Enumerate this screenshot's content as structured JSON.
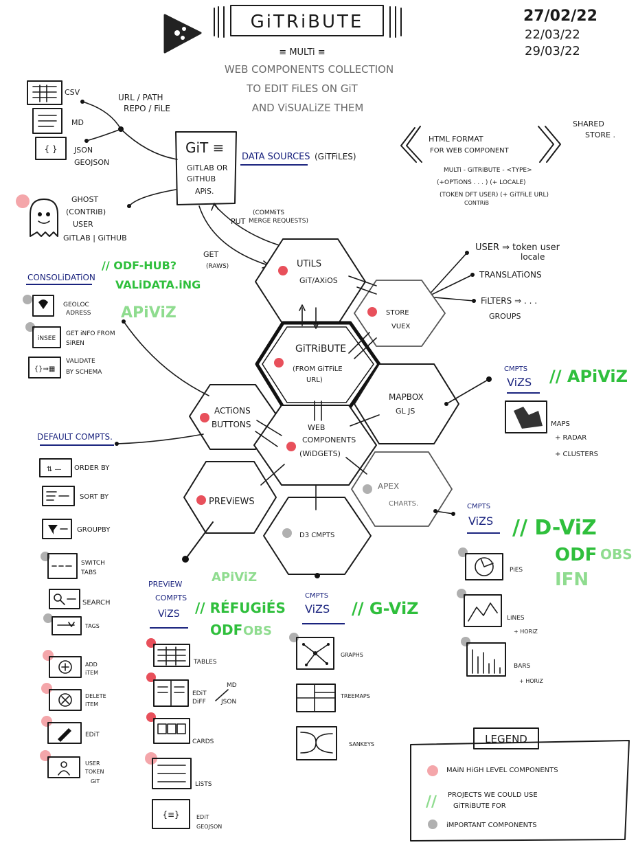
{
  "title": "GiTRiBUTE",
  "subtitle": "≡ MULTi ≡",
  "tagline": [
    "WEB COMPONENTS COLLECTION",
    "TO EDIT FiLES ON GiT",
    "AND ViSUALiZE THEM"
  ],
  "dates": [
    "27/02/22",
    "22/03/22",
    "29/03/22"
  ],
  "colors": {
    "main_dot": "#e8505b",
    "main_dot_soft": "#f4a6aa",
    "important_dot": "#b0b0b0",
    "project_green": "#2fbf3c",
    "project_green_light": "#8fdc8f",
    "heading_blue": "#1a237e"
  },
  "git_sources": {
    "files": [
      "CSV",
      "MD",
      "JSON",
      "GEOJSON"
    ],
    "url_label": [
      "URL / PATH",
      "REPO / FiLE"
    ],
    "git_box": [
      "GiT ≡",
      "GiTLAB OR",
      "GiTHUB",
      "APiS."
    ],
    "data_sources": "DATA SOURCES",
    "data_sources_note": "(GiTFiLES)",
    "ghost": [
      "GHOST",
      "(CONTRiB)",
      "USER",
      "GiTLAB | GiTHUB"
    ],
    "put_label": [
      "PUT",
      "(COMMiTS",
      "MERGE REQUESTS)"
    ],
    "get_label": [
      "GET",
      "(RAWS)"
    ]
  },
  "html_format": {
    "label": [
      "HTML FORMAT",
      "FOR WEB COMPONENT"
    ],
    "shared_store": [
      "SHARED",
      "STORE ."
    ],
    "tag_spec": [
      "MULTi - GiTRiBUTE - <TYPE>",
      "(+OPTiONS . . . ) (+ LOCALE)",
      "(TOKEN DFT USER) (+ GiTFiLE URL)",
      "CONTRiB"
    ]
  },
  "store": {
    "items": [
      "USER ⇒ token user",
      "locale",
      "TRANSLATiONS",
      "FiLTERS ⇒ . . .",
      "GROUPS"
    ]
  },
  "hexes": {
    "utils": [
      "UTiLS",
      "GiT/AXiOS"
    ],
    "store": [
      "STORE",
      "VUEX"
    ],
    "gitribute": [
      "GiTRiBUTE",
      "(FROM GiTFiLE",
      "URL)"
    ],
    "actions": [
      "ACTiONS",
      "BUTTONS"
    ],
    "web_components": [
      "WEB",
      "COMPONENTS",
      "(WiDGETS)"
    ],
    "mapbox": [
      "MAPBOX",
      "GL JS"
    ],
    "previews": [
      "PREViEWS"
    ],
    "apex": [
      "APEX",
      "CHARTS."
    ],
    "d3": [
      "D3 CMPTS"
    ]
  },
  "consolidation": {
    "heading": "CONSOLiDATiON",
    "projects": [
      "// ODF-HUB?",
      "VALiDATA.iNG",
      "APiViZ"
    ],
    "items": [
      {
        "icon": "pin-icon",
        "text": [
          "GEOLOC",
          "ADRESS"
        ]
      },
      {
        "icon": "insee-icon",
        "text": [
          "GET iNFO FROM",
          "SiREN"
        ],
        "icon_label": "iNSEE"
      },
      {
        "icon": "schema-icon",
        "text": [
          "VALiDATE",
          "BY SCHEMA"
        ]
      }
    ]
  },
  "default_components": {
    "heading": "DEFAULT COMPTS.",
    "items": [
      {
        "icon": "order-icon",
        "text": [
          "ORDER BY"
        ]
      },
      {
        "icon": "sort-icon",
        "text": [
          "SORT BY"
        ]
      },
      {
        "icon": "filter-icon",
        "text": [
          "GROUPBY"
        ]
      },
      {
        "icon": "tabs-icon",
        "text": [
          "SWiTCH",
          "TABS"
        ]
      },
      {
        "icon": "search-icon",
        "text": [
          "SEARCH"
        ]
      },
      {
        "icon": "tags-icon",
        "text": [
          "TAGS"
        ]
      },
      {
        "icon": "add-icon",
        "text": [
          "ADD",
          "iTEM"
        ]
      },
      {
        "icon": "delete-icon",
        "text": [
          "DELETE",
          "iTEM"
        ]
      },
      {
        "icon": "edit-icon",
        "text": [
          "EDiT"
        ]
      },
      {
        "icon": "user-icon",
        "text": [
          "USER",
          "TOKEN",
          "GiT"
        ]
      }
    ]
  },
  "preview_comps": {
    "heading": [
      "PREViEW",
      "COMPTS",
      "ViZS"
    ],
    "projects": [
      "APiViZ",
      "// RÉFUGiÉS",
      "ODF",
      "OBS"
    ],
    "items": [
      {
        "icon": "table-icon",
        "text": [
          "TABLES"
        ]
      },
      {
        "icon": "edit-diff-icon",
        "text": [
          "EDiT",
          "DiFF"
        ],
        "extra": [
          "MD",
          "JSON"
        ]
      },
      {
        "icon": "cards-icon",
        "text": [
          "CARDS"
        ]
      },
      {
        "icon": "lists-icon",
        "text": [
          "LiSTS"
        ]
      },
      {
        "icon": "geojson-icon",
        "text": [
          "EDiT",
          "GEOJSON"
        ]
      }
    ]
  },
  "d3_comps": {
    "heading": [
      "CMPTS",
      "ViZS"
    ],
    "projects": [
      "// G-ViZ"
    ],
    "items": [
      {
        "icon": "graph-icon",
        "text": [
          "GRAPHS"
        ]
      },
      {
        "icon": "treemap-icon",
        "text": [
          "TREEMAPS"
        ]
      },
      {
        "icon": "sankey-icon",
        "text": [
          "SANKEYS"
        ]
      }
    ]
  },
  "mapbox_comps": {
    "heading": [
      "CMPTS",
      "ViZS"
    ],
    "projects": [
      "// APiViZ"
    ],
    "items": [
      "MAPS",
      "+ RADAR",
      "+ CLUSTERS"
    ]
  },
  "apex_comps": {
    "heading": [
      "CMPTS",
      "ViZS"
    ],
    "projects": [
      "// D-ViZ",
      "ODF",
      "OBS",
      "IFN"
    ],
    "items": [
      {
        "icon": "pie-icon",
        "text": [
          "PiES"
        ]
      },
      {
        "icon": "line-chart-icon",
        "text": [
          "LiNES",
          "+ HORiZ"
        ]
      },
      {
        "icon": "bar-chart-icon",
        "text": [
          "BARS",
          "+ HORiZ"
        ]
      }
    ]
  },
  "legend": {
    "title": "LEGEND",
    "items": [
      "MAiN HiGH LEVEL COMPONENTS",
      "PROJECTS WE COULD USE",
      "GiTRiBUTE FOR",
      "iMPORTANT COMPONENTS"
    ],
    "marker": "//"
  }
}
